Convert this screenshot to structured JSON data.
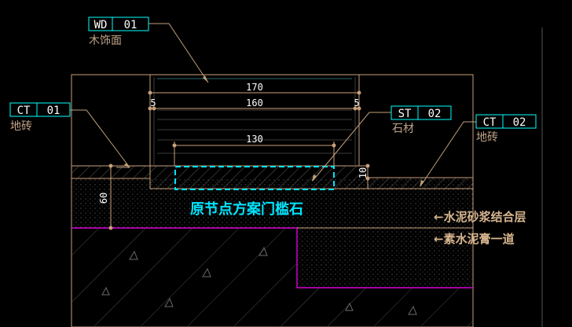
{
  "tags": [
    {
      "code": "WD",
      "num": "01",
      "desc": "木饰面"
    },
    {
      "code": "CT",
      "num": "01",
      "desc": "地砖"
    },
    {
      "code": "ST",
      "num": "02",
      "desc": "石材"
    },
    {
      "code": "CT",
      "num": "02",
      "desc": "地砖"
    }
  ],
  "dimensions": {
    "d170": "170",
    "d160": "160",
    "d5_left": "5",
    "d5_right": "5",
    "d130": "130",
    "d10": "10",
    "d60": "60"
  },
  "callouts": {
    "mortar": "←水泥砂浆结合层",
    "paste": "←素水泥膏一道"
  },
  "title": "原节点方案门槛石",
  "colors": {
    "tag_border": "#00ffff",
    "leader": "#c0a07a",
    "outline": "#c8a07a",
    "dashed_box": "#00e5ff",
    "slab_line": "#ff00ff"
  }
}
